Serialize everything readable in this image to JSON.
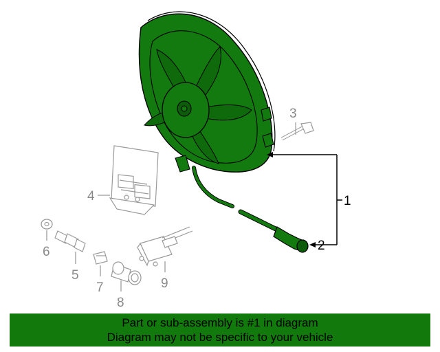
{
  "diagram": {
    "callouts": {
      "c1": "1",
      "c2": "2",
      "c3": "3",
      "c4": "4",
      "c5": "5",
      "c6": "6",
      "c7": "7",
      "c8": "8",
      "c9": "9"
    },
    "colors": {
      "highlight_part": "#137a0f",
      "other_parts": "#9a9a9a",
      "banner": "#127a0c"
    }
  },
  "banner": {
    "line1": "Part or sub-assembly is #1 in diagram",
    "line2": "Diagram may not be specific to your vehicle"
  }
}
